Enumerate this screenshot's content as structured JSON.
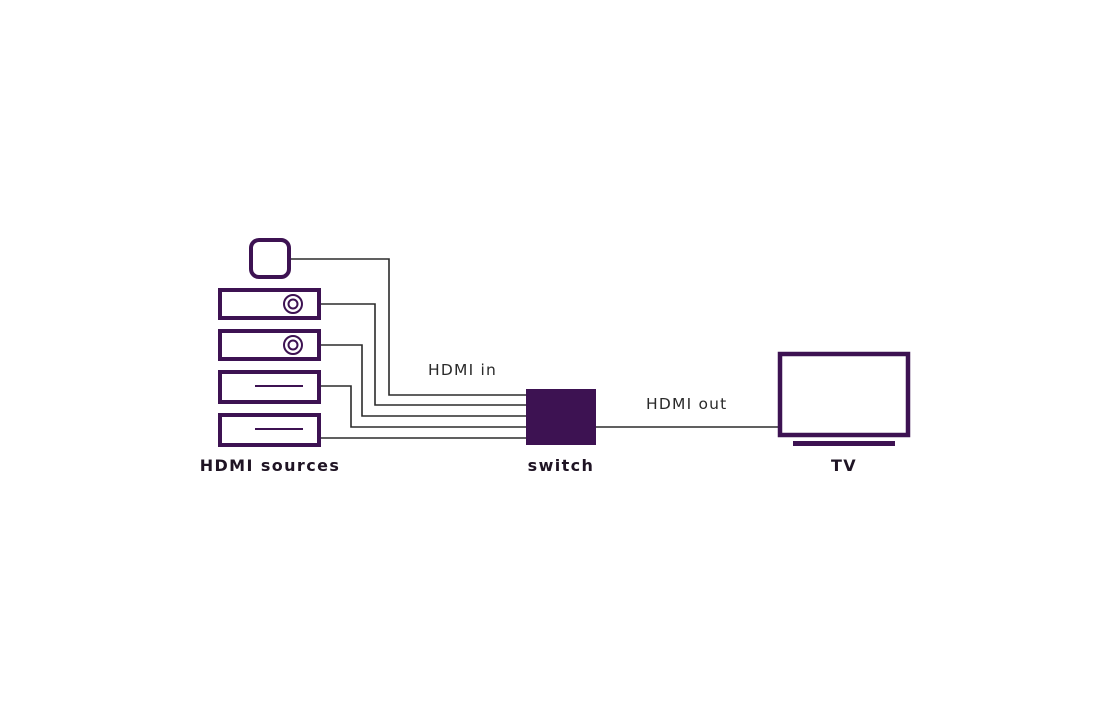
{
  "colors": {
    "device": "#3d1252",
    "cable": "#2b2b2b",
    "background": "#ffffff"
  },
  "labels": {
    "sources": "HDMI sources",
    "switch": "switch",
    "tv": "TV",
    "hdmi_in": "HDMI in",
    "hdmi_out": "HDMI out"
  },
  "icons": {
    "streaming_stick": "streaming-stick-icon",
    "disc_player": "disc-player-icon",
    "set_top_box": "set-top-box-icon",
    "switch": "hdmi-switch-icon",
    "tv": "tv-icon"
  }
}
